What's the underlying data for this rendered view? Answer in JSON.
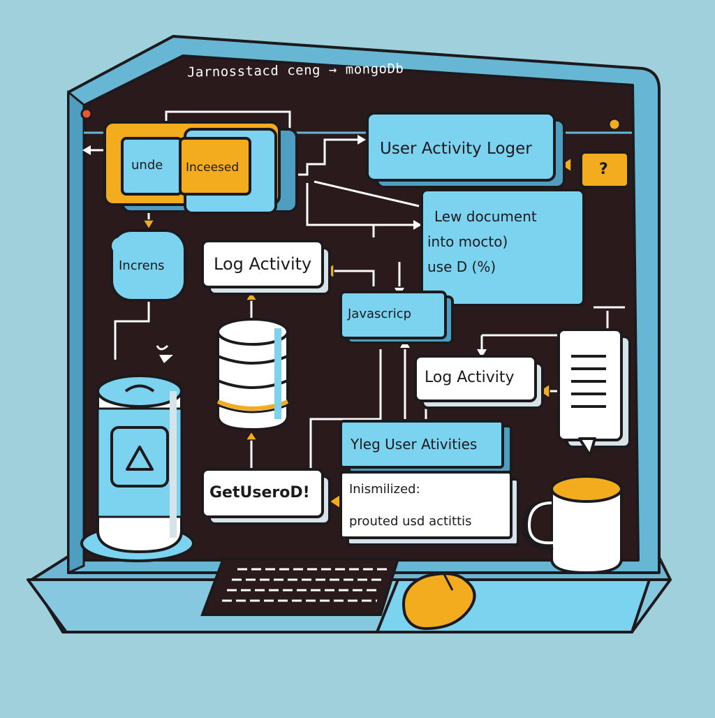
{
  "title": "Jarnosstacd ceng → mongoDb",
  "nodes": {
    "undo": "unde",
    "incremented": "Inceesed",
    "increments": "Increns",
    "logger": "User Activity Loger",
    "question": "?",
    "doc_line1": "Lew document",
    "doc_line2": "into mocto)",
    "doc_line3": "use D (%)",
    "log_activity_1": "Log Activity",
    "javascript": "Javascricp",
    "log_activity_2": "Log Activity",
    "log_user": "Yleg User Ativities",
    "get_user": "GetUseroD!",
    "init_line1": "Inismilized:",
    "init_line2": "prouted usd actittis"
  },
  "colors": {
    "background": "#9fd0dc",
    "screen": "#2b1a1c",
    "frame": "#67b6d4",
    "accent_blue": "#7bd3f0",
    "accent_orange": "#f2ac1e",
    "outline": "#1c1a1c"
  },
  "icons": [
    "database-icon",
    "storage-drum-icon",
    "document-icon",
    "coffee-mug-icon",
    "keyboard-icon",
    "mouse-icon",
    "window-dot-icon"
  ]
}
